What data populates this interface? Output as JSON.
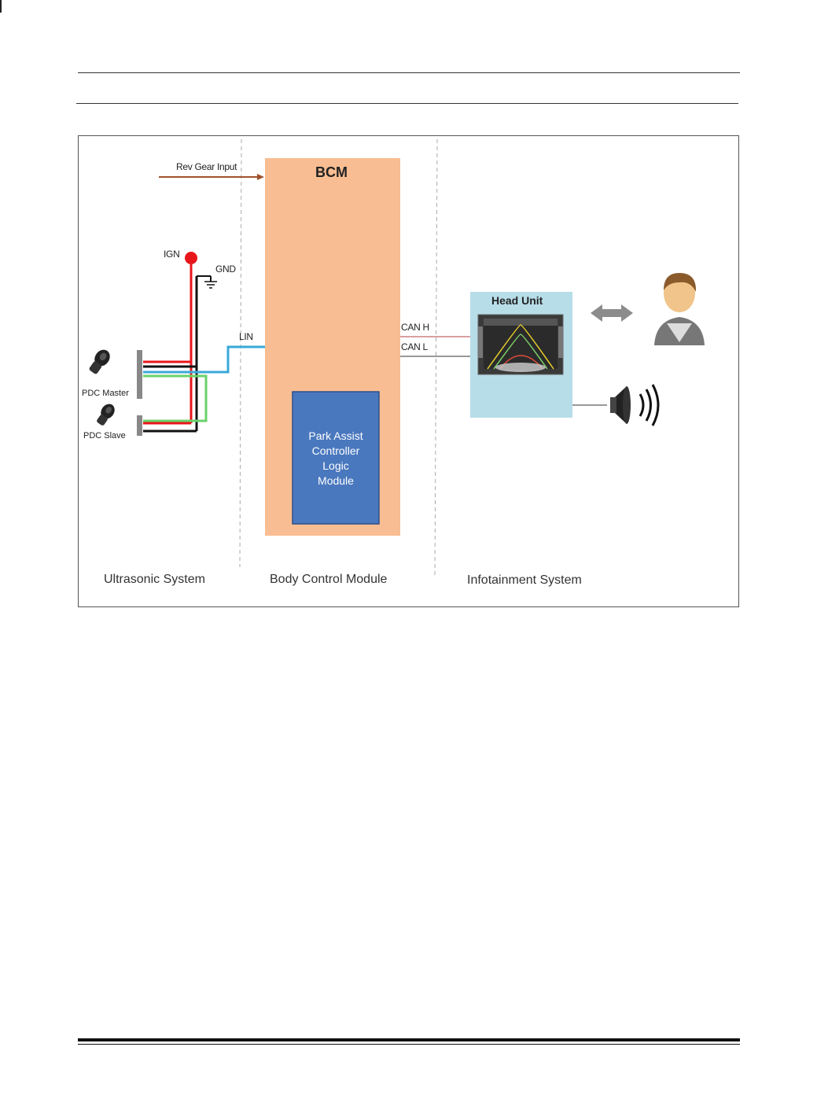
{
  "diagram": {
    "labels": {
      "rev_gear_input": "Rev Gear Input",
      "bcm": "BCM",
      "ign": "IGN",
      "gnd": "GND",
      "lin": "LIN",
      "can_h": "CAN H",
      "can_l": "CAN L",
      "head_unit": "Head Unit",
      "pdc_master": "PDC Master",
      "pdc_slave": "PDC Slave",
      "park_assist_lines": [
        "Park Assist",
        "Controller",
        "Logic",
        "Module"
      ]
    },
    "sections": {
      "ultrasonic": "Ultrasonic System",
      "body_control": "Body Control Module",
      "infotainment": "Infotainment System"
    },
    "icons": [
      "sensor-icon",
      "ground-symbol-icon",
      "bidirectional-arrow-icon",
      "user-avatar-icon",
      "speaker-icon",
      "rear-camera-display-icon"
    ],
    "colors": {
      "bcm_fill": "#F8BD92",
      "module_fill": "#4A78BE",
      "head_unit_fill": "#B7DDE8",
      "ign_wire": "#E8161B",
      "lin_wire": "#3AA9D8",
      "green_wire": "#6AD16A",
      "rev_gear_arrow": "#A0522D"
    }
  }
}
